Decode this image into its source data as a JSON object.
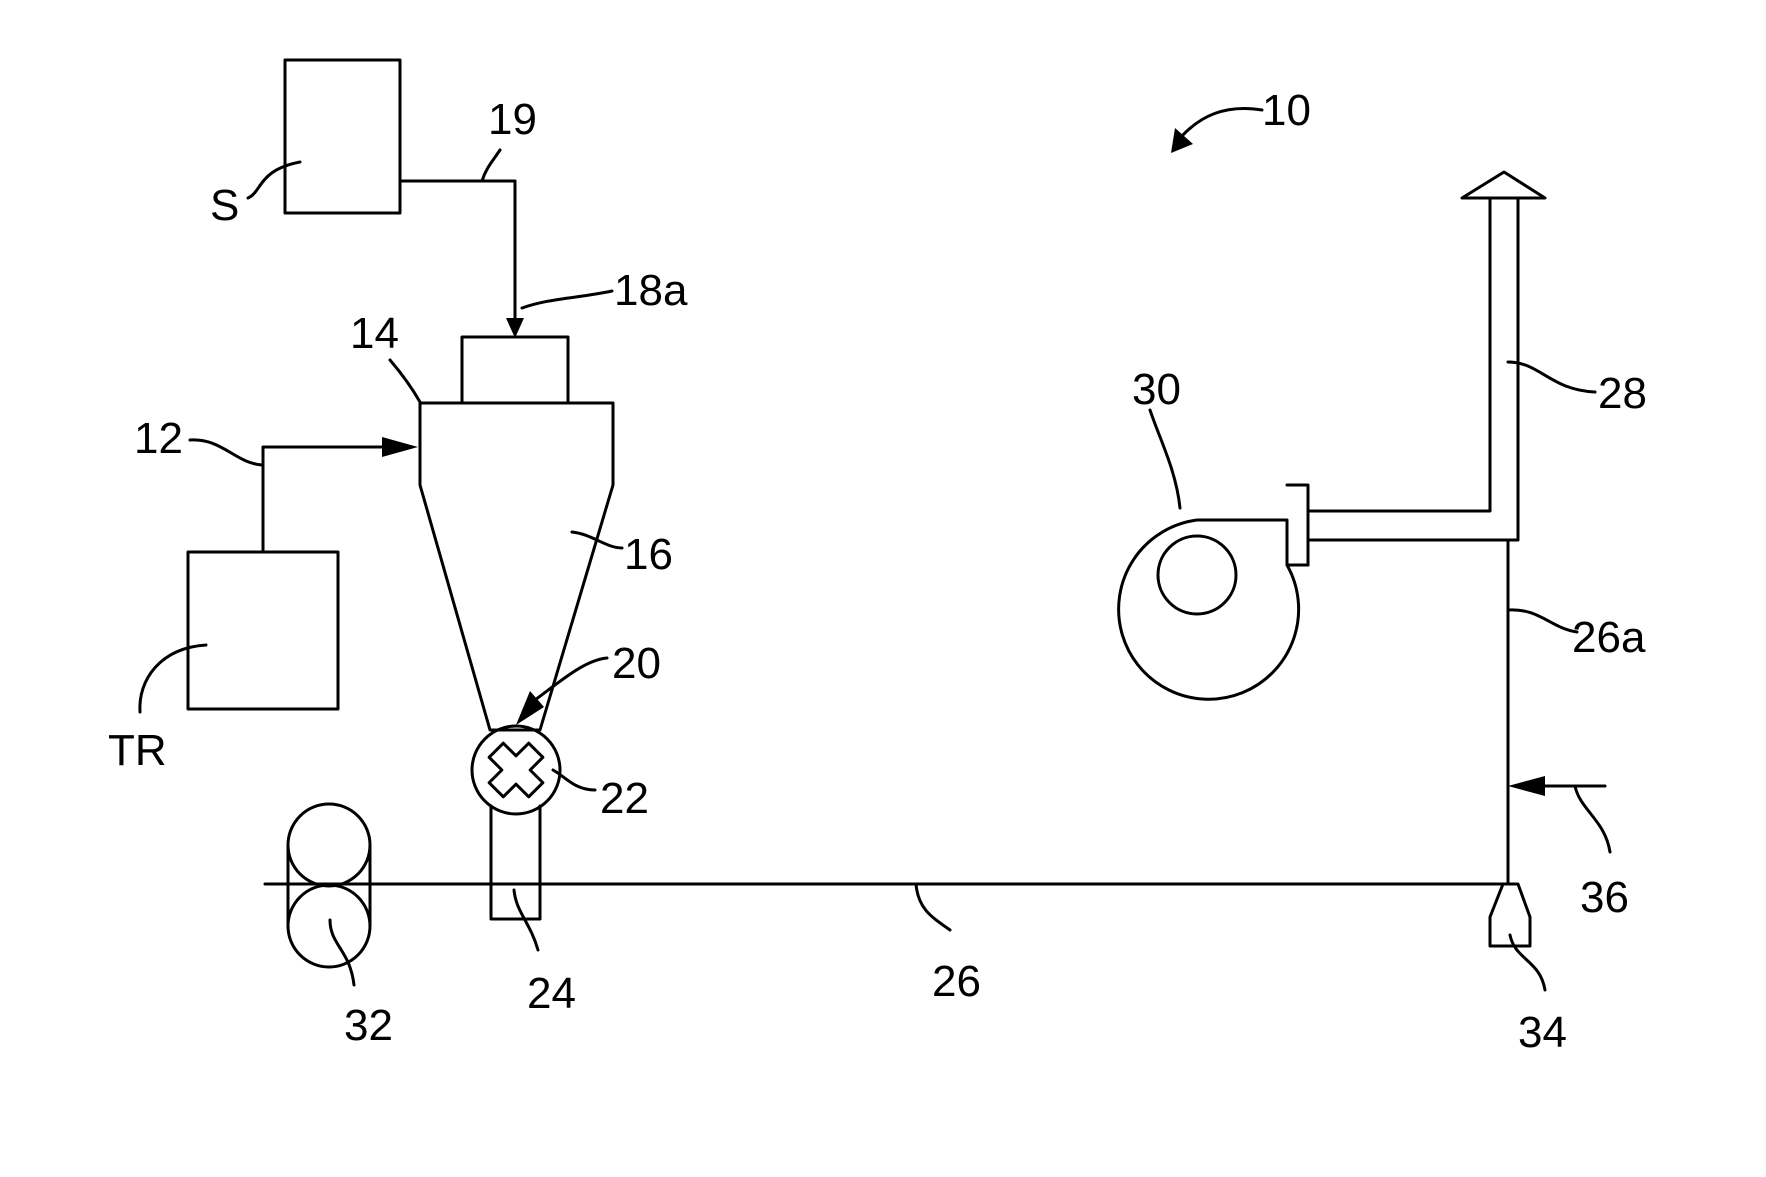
{
  "figure": {
    "labels": {
      "ref_10": "10",
      "ref_S": "S",
      "ref_19": "19",
      "ref_18a": "18a",
      "ref_14": "14",
      "ref_12": "12",
      "ref_16": "16",
      "ref_TR": "TR",
      "ref_20": "20",
      "ref_22": "22",
      "ref_24": "24",
      "ref_26": "26",
      "ref_32": "32",
      "ref_30": "30",
      "ref_28": "28",
      "ref_26a": "26a",
      "ref_36": "36",
      "ref_34": "34"
    }
  }
}
